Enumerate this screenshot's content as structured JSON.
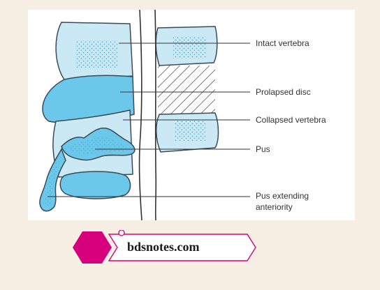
{
  "labels": {
    "intact_vertebra": "Intact vertebra",
    "prolapsed_disc": "Prolapsed disc",
    "collapsed_vertebra": "Collapsed vertebra",
    "pus": "Pus",
    "pus_extending_line1": "Pus extending",
    "pus_extending_line2": "anteriority"
  },
  "watermark": {
    "text": "bdsnotes.com"
  },
  "colors": {
    "light_blue": "#cbe8f5",
    "medium_blue": "#6cc8ea",
    "outline": "#3a4a57",
    "stipple": "#4ab4d8",
    "hexagon": "#d6007d",
    "page_bg": "#f7efe4"
  },
  "icons": {
    "watermark_badge": "hexagon-icon"
  }
}
